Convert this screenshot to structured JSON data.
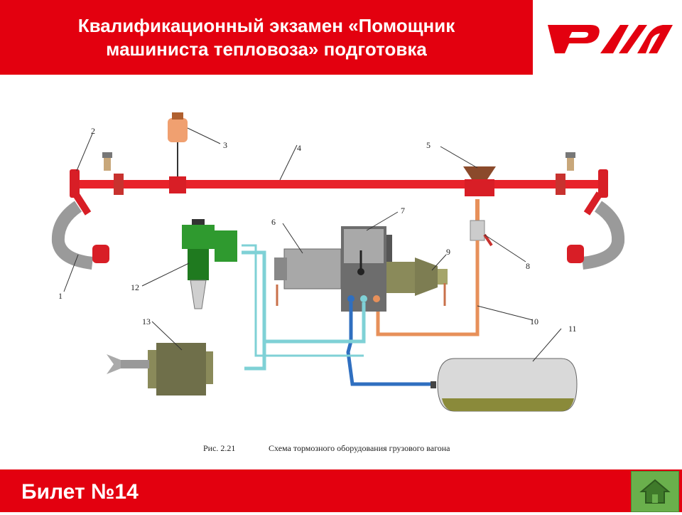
{
  "header": {
    "title_line1": "Квалификационный экзамен «Помощник",
    "title_line2": "машиниста тепловоза» подготовка"
  },
  "logo": {
    "text": "РЖД",
    "icon": "rzd-logo-icon"
  },
  "diagram": {
    "labels": [
      "1",
      "2",
      "3",
      "4",
      "5",
      "6",
      "7",
      "8",
      "9",
      "10",
      "11",
      "12",
      "13"
    ],
    "caption_prefix": "Рис.  2.21",
    "caption_text": "Схема тормозного оборудования грузового вагона"
  },
  "footer": {
    "ticket": "Билет №14"
  },
  "nav": {
    "home_icon": "home-icon"
  },
  "colors": {
    "brand_red": "#e3000f",
    "main_pipe": "#e8222a",
    "blue_pipe": "#2f6fc0",
    "cyan_pipe": "#7fd1d6",
    "orange_pipe": "#e7905a",
    "green_part": "#2f9a2f",
    "olive_part": "#7d7d52",
    "home_green": "#6ab04c"
  }
}
